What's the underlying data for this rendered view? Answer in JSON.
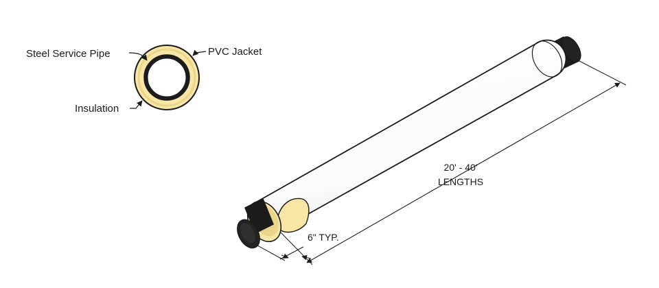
{
  "cross_section": {
    "labels": {
      "steel_service_pipe": "Steel Service Pipe",
      "pvc_jacket": "PVC Jacket",
      "insulation": "Insulation"
    }
  },
  "dimensions": {
    "length_value": "20' - 40'",
    "length_caption": "LENGTHS",
    "cutback": "6\" TYP."
  },
  "colors": {
    "jacket": "#ffffff",
    "insulation": "#f7e6a6",
    "insulation_shade": "#ead58a",
    "steel_pipe": "#1c1c1c",
    "outline": "#1a1a1a"
  }
}
